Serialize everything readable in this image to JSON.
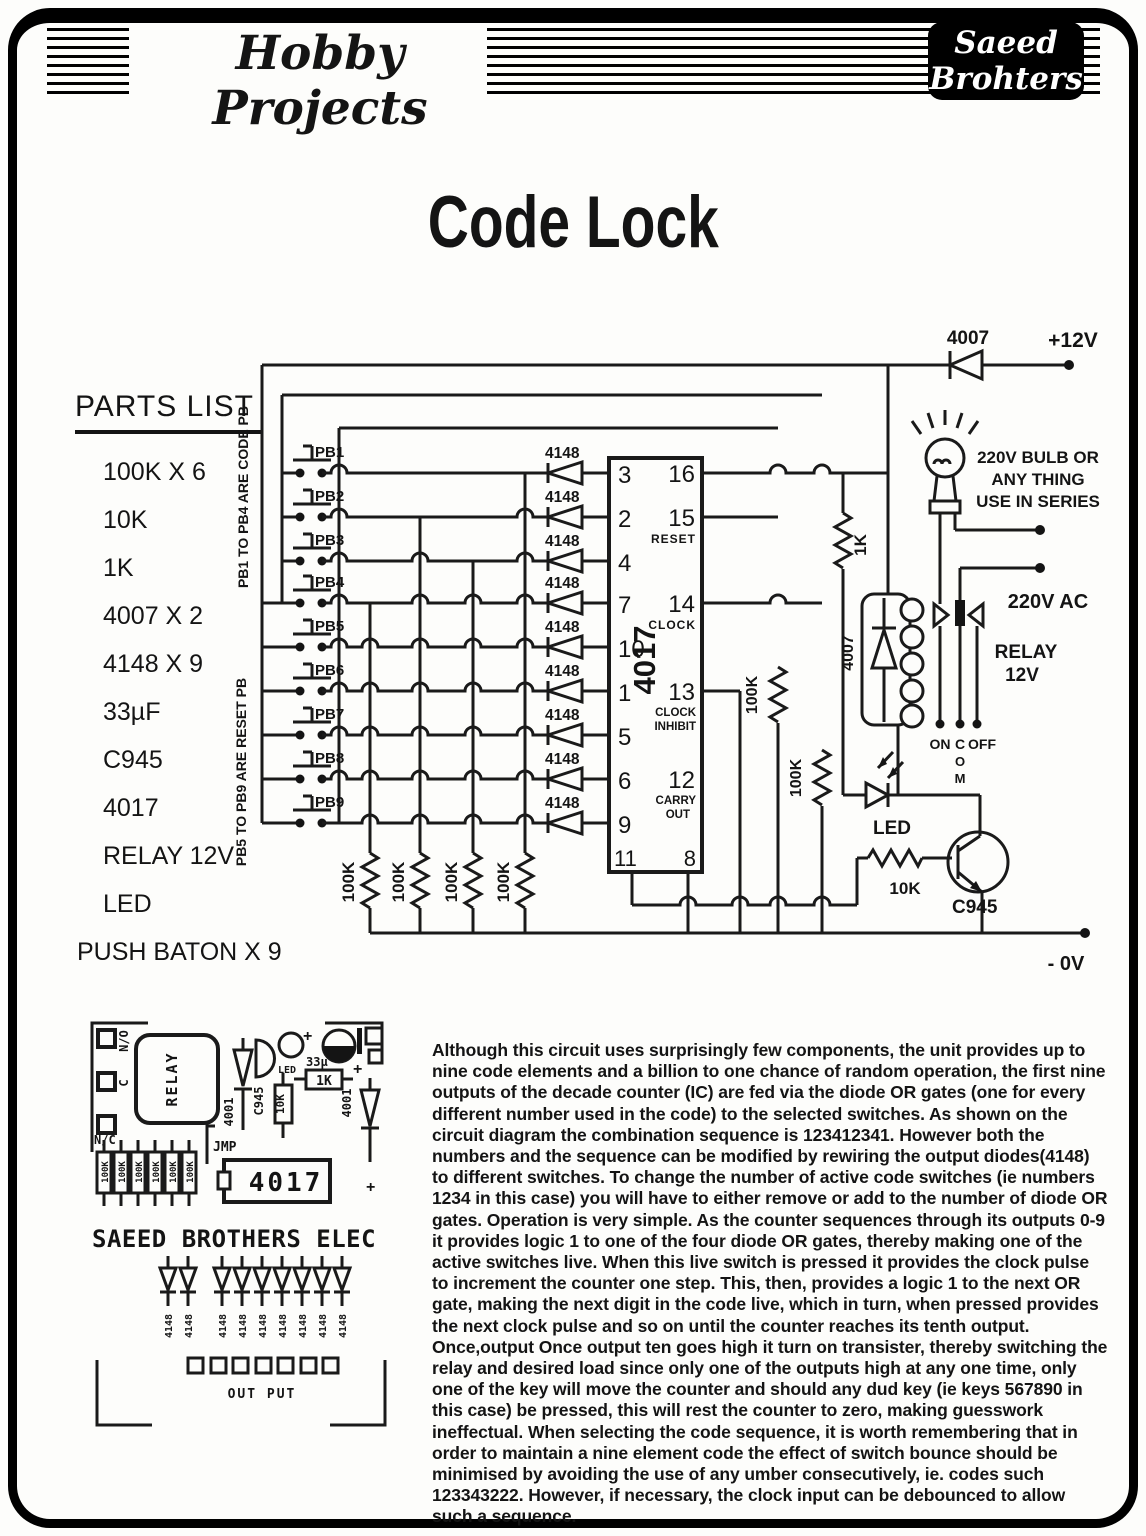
{
  "header": {
    "magazine": "Hobby Projects",
    "brand_line1": "Saeed",
    "brand_line2": "Brohters"
  },
  "title": "Code Lock",
  "parts_list": {
    "title": "PARTS LIST",
    "items": [
      "100K X 6",
      "10K",
      "1K",
      "4007 X 2",
      "4148 X 9",
      "33µF",
      "C945",
      "4017",
      "RELAY 12V",
      "LED",
      "PUSH BATON X 9"
    ]
  },
  "schematic": {
    "supply_pos": "+12V",
    "gnd": "- 0V",
    "top_diode": "4007",
    "bulb_note": [
      "220V BULB OR",
      "ANY THING",
      "USE IN SERIES"
    ],
    "ac": "220V AC",
    "relay_name": "RELAY",
    "relay_volt": "12V",
    "relay_diode": "4007",
    "sw_on": "ON",
    "sw_c": "C",
    "sw_off": "OFF",
    "sw_o": "O",
    "sw_m": "M",
    "led": "LED",
    "transistor": "C945",
    "base_res": "10K",
    "series_res": "1K",
    "pull_res": "100K",
    "diode": "4148",
    "group_code": "PB1 TO PB4 ARE CODE PB",
    "group_reset": "PB5 TO PB9 ARE RESET PB",
    "buttons": [
      "PB1",
      "PB2",
      "PB3",
      "PB4",
      "PB5",
      "PB6",
      "PB7",
      "PB8",
      "PB9"
    ],
    "ic": {
      "name": "4017",
      "left_pins": [
        "3",
        "2",
        "4",
        "7",
        "10",
        "1",
        "5",
        "6",
        "9"
      ],
      "bottom_left": "11",
      "bottom_right": "8",
      "right_pins": [
        "16",
        "15",
        "14",
        "13",
        "12"
      ],
      "reset": "RESET",
      "clock": "CLOCK",
      "clock_inhibit": [
        "CLOCK",
        "INHIBIT"
      ],
      "carry": [
        "CARRY",
        "OUT"
      ]
    }
  },
  "pcb": {
    "pad_no": "N/O",
    "pad_c": "C",
    "pad_nc": "N/C",
    "relay": "RELAY",
    "diode_4001": "4001",
    "transistor": "C945",
    "res_10k": "10K",
    "led": "LED",
    "cap": "33µ",
    "res_1k": "1K",
    "plus": "+",
    "jumper": "JMP",
    "res_100k": "100K",
    "ic": "4017",
    "maker": "SAEED BROTHERS ELEC",
    "diode": "4148",
    "output": "OUT PUT"
  },
  "description": "Although this circuit uses surprisingly few components, the unit provides up to nine code elements and a billion to one chance of random operation, the first nine outputs of the decade counter (IC) are fed via the diode OR gates (one for every different number used in the code) to the selected switches. As shown on the circuit diagram the combination sequence is 123412341. However both the numbers and the sequence can be modified by rewiring the output diodes(4148) to different switches. To change the number of active code switches (ie numbers 1234 in this case) you will have to either remove or add to the number of diode OR gates. Operation is very simple. As the counter sequences through its outputs 0-9 it provides logic 1 to one of the four diode OR gates, thereby making one of the active switches live. When this live switch is pressed it provides the clock pulse to increment the counter one step. This, then, provides a logic 1 to the next OR gate, making the next digit in the code live, which in turn, when pressed provides the next clock pulse and so on until the counter reaches its tenth output. Once,output Once output ten goes high it turn on transister, thereby switching the relay and desired load since only one of the outputs high at any one time, only one of the key will move the counter and should any dud key (ie keys 567890 in this case) be pressed, this will rest the counter to zero, making guesswork ineffectual. When selecting the code sequence, it is worth remembering that in order to maintain a nine element code the effect of switch bounce should be minimised by avoiding the use of any umber consecutively, ie. codes such 123343222. However, if necessary, the clock input can be debounced to allow such a sequence."
}
